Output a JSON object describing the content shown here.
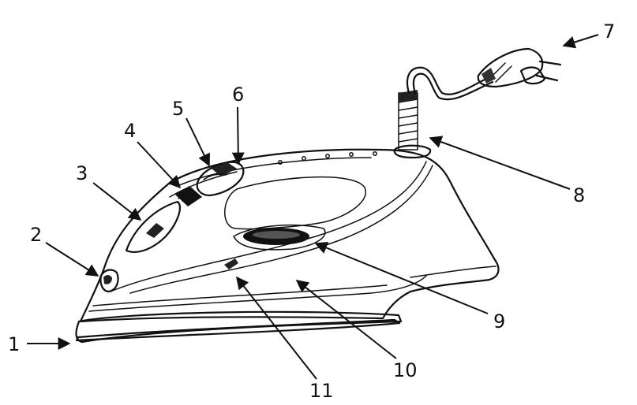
{
  "callouts": [
    {
      "id": 1,
      "label": "1"
    },
    {
      "id": 2,
      "label": "2"
    },
    {
      "id": 3,
      "label": "3"
    },
    {
      "id": 4,
      "label": "4"
    },
    {
      "id": 5,
      "label": "5"
    },
    {
      "id": 6,
      "label": "6"
    },
    {
      "id": 7,
      "label": "7"
    },
    {
      "id": 8,
      "label": "8"
    },
    {
      "id": 9,
      "label": "9"
    },
    {
      "id": 10,
      "label": "10"
    },
    {
      "id": 11,
      "label": "11"
    }
  ]
}
